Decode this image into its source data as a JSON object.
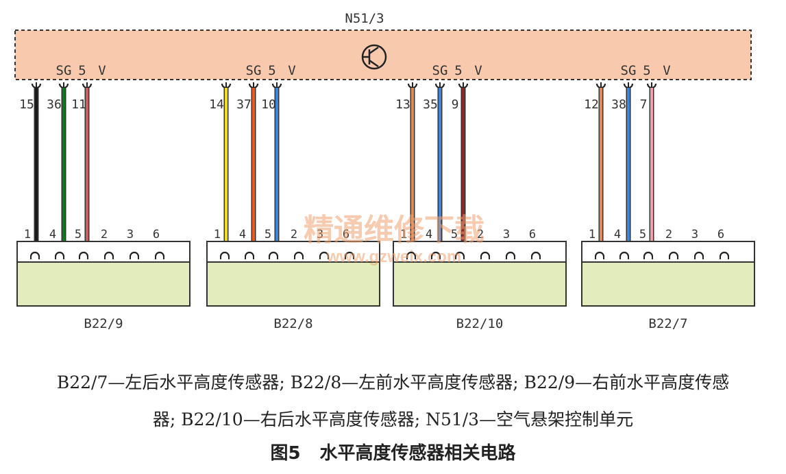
{
  "diagram": {
    "controller": {
      "label": "N51/3",
      "signal_labels": [
        "SG",
        "5",
        "V"
      ]
    },
    "sensors": [
      {
        "label": "B22/9",
        "header_pins": [
          "15",
          "36",
          "11"
        ],
        "connector_pins": [
          "1",
          "4",
          "5",
          "2",
          "3",
          "6"
        ],
        "wires": [
          {
            "color": "#1a1a1a"
          },
          {
            "color": "#0d7a20"
          },
          {
            "color": "#c86060"
          }
        ]
      },
      {
        "label": "B22/8",
        "header_pins": [
          "14",
          "37",
          "10"
        ],
        "connector_pins": [
          "1",
          "4",
          "5",
          "2",
          "3",
          "6"
        ],
        "wires": [
          {
            "color": "#f0de1e"
          },
          {
            "color": "#f05a1e"
          },
          {
            "color": "#3f86d8"
          }
        ]
      },
      {
        "label": "B22/10",
        "header_pins": [
          "13",
          "35",
          "9"
        ],
        "connector_pins": [
          "1",
          "4",
          "5",
          "2",
          "3",
          "6"
        ],
        "wires": [
          {
            "color": "#e08a5a"
          },
          {
            "color": "#3f86d8"
          },
          {
            "color": "#8a2a2a"
          }
        ]
      },
      {
        "label": "B22/7",
        "header_pins": [
          "12",
          "38",
          "7"
        ],
        "connector_pins": [
          "1",
          "4",
          "5",
          "2",
          "3",
          "6"
        ],
        "wires": [
          {
            "color": "#e08a5a"
          },
          {
            "color": "#3f86d8"
          },
          {
            "color": "#f2a0aa"
          }
        ]
      }
    ],
    "watermark": {
      "line1": "精通维修下载",
      "line2": "www.gzweix.com"
    },
    "colors": {
      "controller_fill": "#f9c9ae",
      "sensor_fill": "#e2ecbc",
      "outline": "#333333"
    }
  },
  "caption": {
    "legend_line1": "B22/7—左后水平高度传感器; B22/8—左前水平高度传感器; B22/9—右前水平高度传感",
    "legend_line2": "器; B22/10—右后水平高度传感器; N51/3—空气悬架控制单元",
    "figure_number": "图5",
    "figure_title": "水平高度传感器相关电路"
  }
}
